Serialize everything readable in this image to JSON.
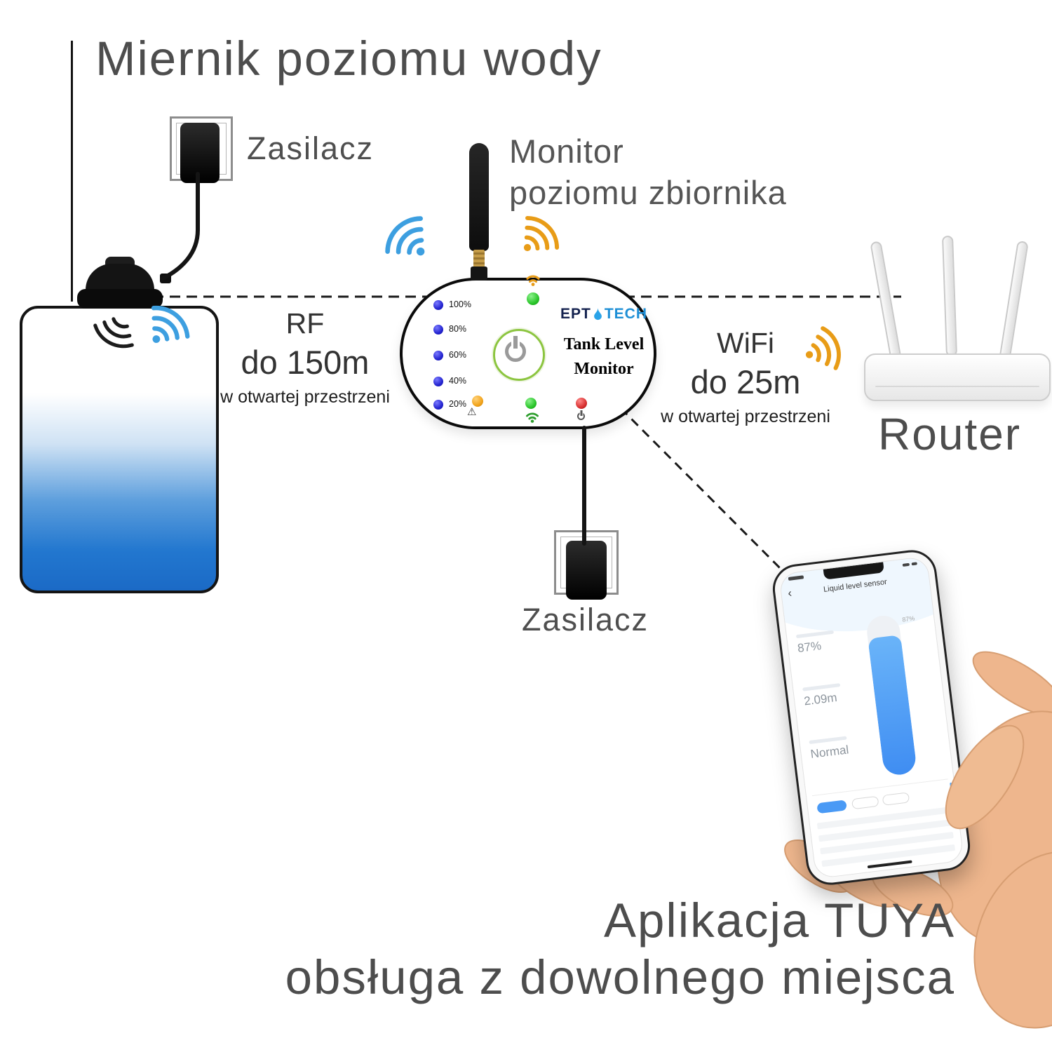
{
  "title": "Miernik poziomu wody",
  "sensor_unit": {
    "psu_label": "Zasilacz"
  },
  "monitor_unit": {
    "label_line1": "Monitor",
    "label_line2": "poziomu zbiornika",
    "psu_label": "Zasilacz",
    "brand": {
      "left": "EPT",
      "right": "TECH"
    },
    "device_title_line1": "Tank Level",
    "device_title_line2": "Monitor",
    "levels": [
      "100%",
      "80%",
      "60%",
      "40%",
      "20%"
    ]
  },
  "links": {
    "rf": {
      "name": "RF",
      "range": "do 150m",
      "note": "w otwartej przestrzeni"
    },
    "wifi": {
      "name": "WiFi",
      "range": "do 25m",
      "note": "w otwartej przestrzeni"
    }
  },
  "router": {
    "label": "Router"
  },
  "phone": {
    "app_header": "Liquid level sensor",
    "back_icon": "‹",
    "value_percent": "87%",
    "value_depth": "2.09m",
    "value_status": "Normal",
    "gauge_percent": "87%",
    "gauge_fill_percent": 87
  },
  "caption": {
    "line1": "Aplikacja TUYA",
    "line2": "obsługa z dowolnego miejsca"
  },
  "colors": {
    "text_gray": "#4d4d4d",
    "water_blue": "#2277cf",
    "led_blue": "#2424d0",
    "led_green": "#2bc62b",
    "led_red": "#d83030",
    "led_orange": "#f2a41c",
    "wifi_blue": "#3d9fe0",
    "wifi_orange": "#e89c17",
    "app_blue": "#4a9af5"
  }
}
